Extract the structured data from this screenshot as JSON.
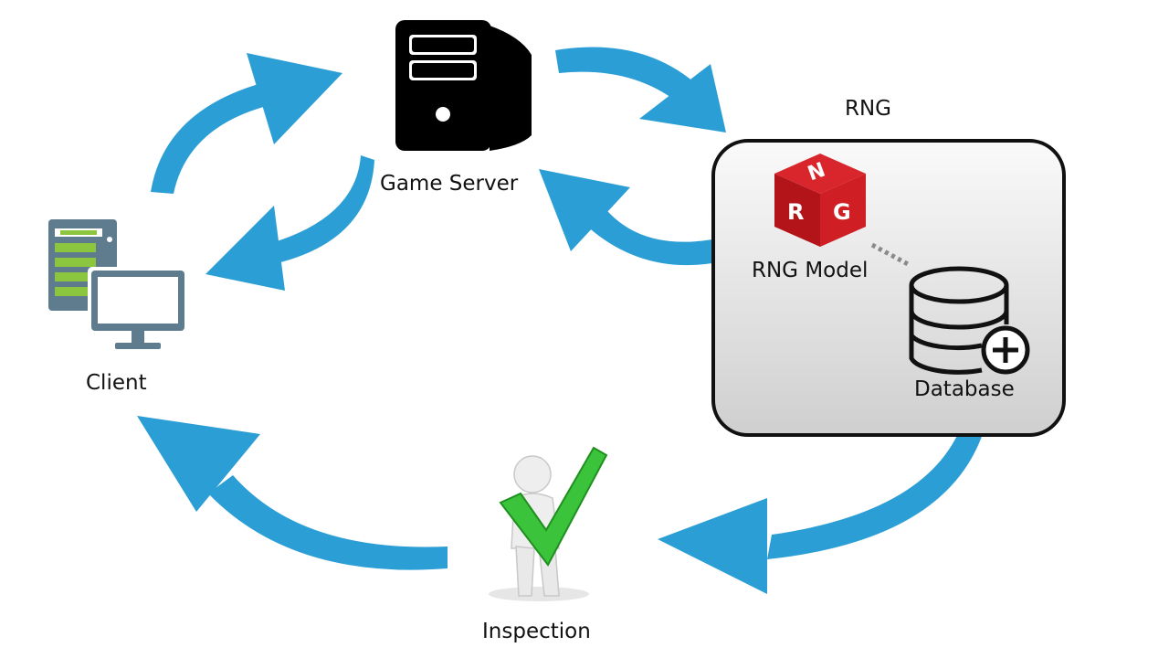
{
  "nodes": {
    "game_server": {
      "label": "Game Server"
    },
    "client": {
      "label": "Client"
    },
    "inspection": {
      "label": "Inspection"
    },
    "rng_group": {
      "label": "RNG"
    },
    "rng_model": {
      "label": "RNG Model",
      "cube_letters": [
        "N",
        "R",
        "G"
      ]
    },
    "database": {
      "label": "Database"
    }
  },
  "edges": [
    {
      "from": "client",
      "to": "game_server"
    },
    {
      "from": "game_server",
      "to": "rng_group"
    },
    {
      "from": "rng_group",
      "to": "game_server"
    },
    {
      "from": "game_server",
      "to": "client"
    },
    {
      "from": "database",
      "to": "inspection"
    },
    {
      "from": "inspection",
      "to": "client"
    },
    {
      "from": "rng_model",
      "to": "database",
      "style": "dotted"
    }
  ],
  "colors": {
    "arrow": "#2c9ed6",
    "cube": "#c4161c",
    "check": "#3bc33b",
    "client_icon": "#5e7c8e",
    "client_accent": "#8cc63f",
    "server_icon": "#000000",
    "rng_box_fill": "#e6e6e6",
    "rng_box_border": "#111111"
  }
}
